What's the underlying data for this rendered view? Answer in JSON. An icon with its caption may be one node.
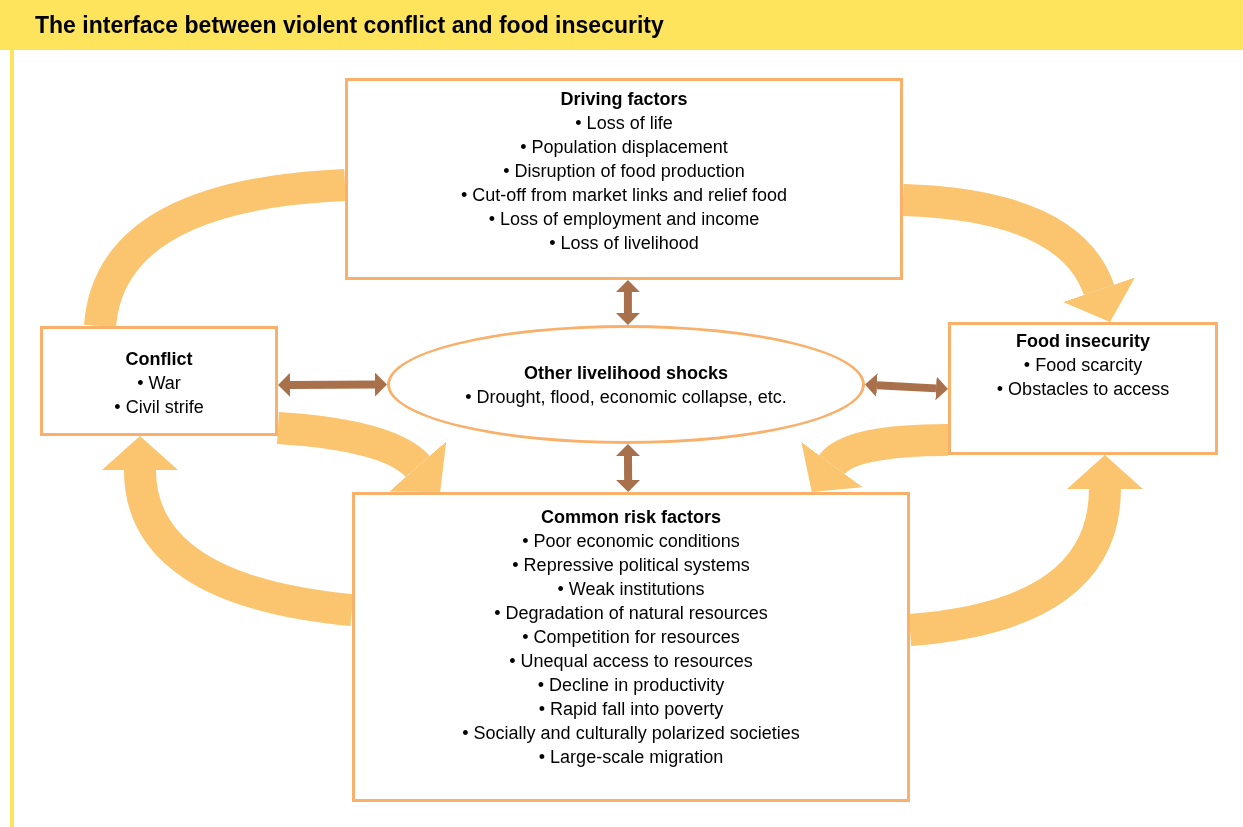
{
  "diagram": {
    "title": "The interface between violent conflict and food insecurity",
    "nodes": [
      {
        "text": [
          "Driving factors",
          "• Loss of life",
          "• Population displacement",
          "• Disruption of food production",
          "• Cut-off from market links and relief food",
          "• Loss of employment and income",
          "• Loss of livelihood"
        ]
      },
      {
        "text": [
          "Conflict",
          "• War",
          "• Civil strife"
        ]
      },
      {
        "text": [
          "Other livelihood shocks",
          "• Drought, flood, economic collapse, etc."
        ]
      },
      {
        "text": [
          "Food insecurity",
          "• Food scarcity",
          "• Obstacles to access"
        ]
      },
      {
        "text": [
          "Common risk factors",
          "• Poor economic conditions",
          "• Repressive political systems",
          "• Weak institutions",
          "• Degradation of natural resources",
          "• Competition for resources",
          "• Unequal access to resources",
          "• Decline in productivity",
          "• Rapid fall into poverty",
          "• Socially and culturally polarized societies",
          "• Large-scale migration"
        ]
      }
    ],
    "edges": [
      {
        "from": 1,
        "to": 0,
        "arrow": "none"
      },
      {
        "from": 0,
        "to": 3,
        "arrow": "to"
      },
      {
        "from": 0,
        "to": 2,
        "arrow": "both",
        "color": "#a8714b"
      },
      {
        "from": 1,
        "to": 2,
        "arrow": "both",
        "color": "#a8714b"
      },
      {
        "from": 2,
        "to": 3,
        "arrow": "both",
        "color": "#a8714b"
      },
      {
        "from": 2,
        "to": 4,
        "arrow": "both",
        "color": "#a8714b"
      },
      {
        "from": 1,
        "to": 4,
        "arrow": "to"
      },
      {
        "from": 3,
        "to": 4,
        "arrow": "to"
      },
      {
        "from": 4,
        "to": 1,
        "arrow": "to"
      },
      {
        "from": 4,
        "to": 3,
        "arrow": "to"
      }
    ]
  }
}
